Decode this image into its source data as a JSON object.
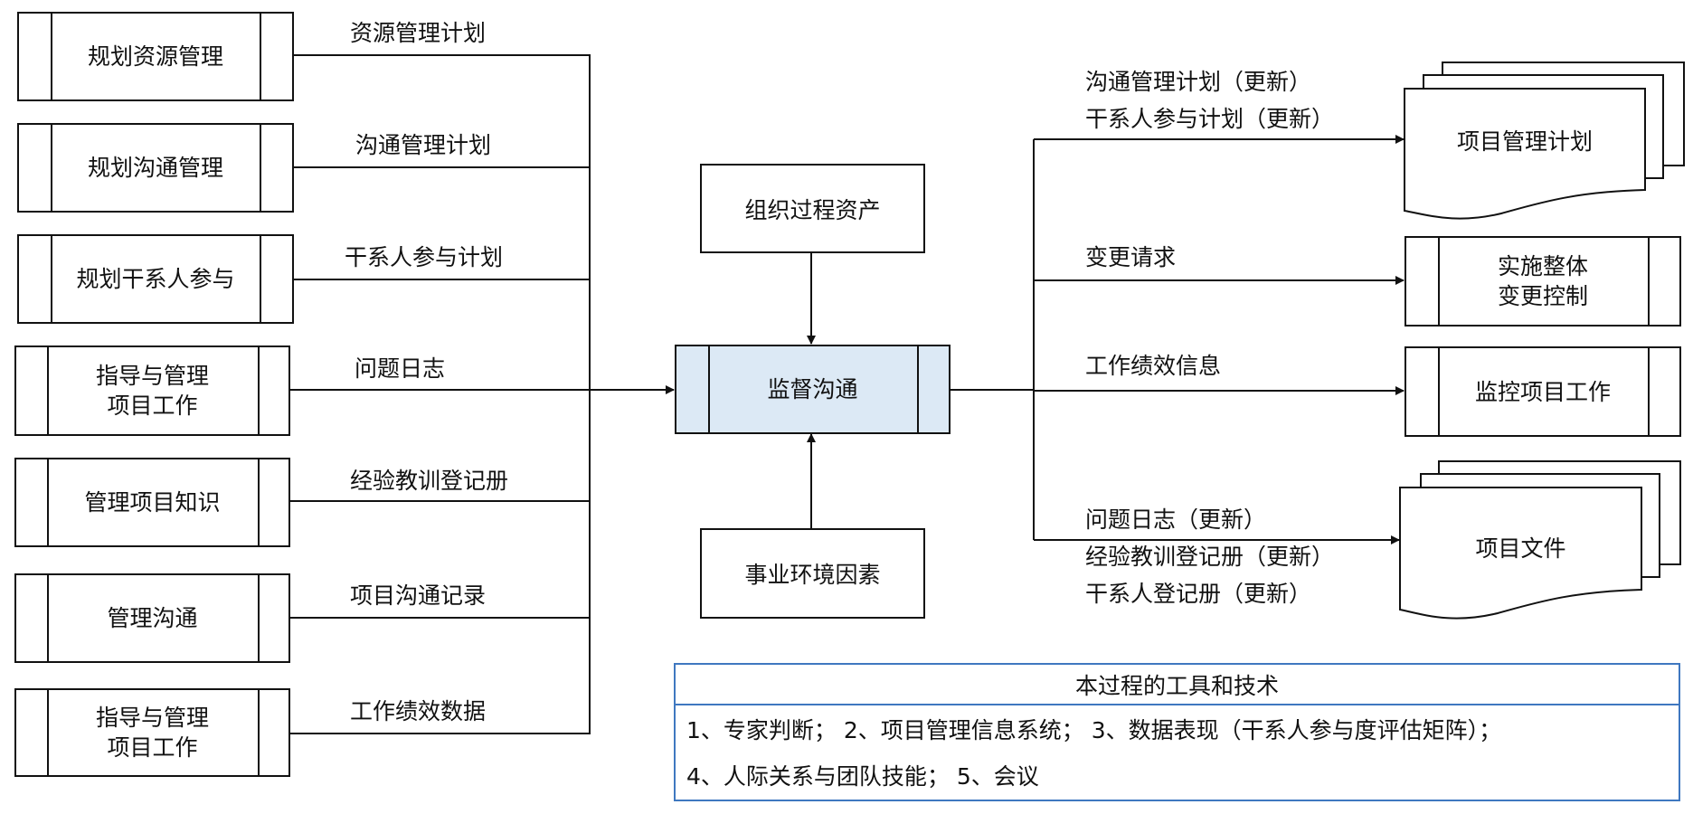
{
  "title": "监督沟通",
  "inputs": [
    {
      "process": "规划资源管理",
      "output": "资源管理计划"
    },
    {
      "process": "规划沟通管理",
      "output": "沟通管理计划"
    },
    {
      "process": "规划干系人参与",
      "output": "干系人参与计划"
    },
    {
      "process": [
        "指导与管理",
        "项目工作"
      ],
      "output": "问题日志"
    },
    {
      "process": "管理项目知识",
      "output": "经验教训登记册"
    },
    {
      "process": "管理沟通",
      "output": "项目沟通记录"
    },
    {
      "process": [
        "指导与管理",
        "项目工作"
      ],
      "output": "工作绩效数据"
    }
  ],
  "center": {
    "process": "监督沟通",
    "top_input": "组织过程资产",
    "bottom_input": "事业环境因素"
  },
  "outputs": [
    {
      "labels": [
        "沟通管理计划（更新）",
        "干系人参与计划（更新）"
      ],
      "target": "项目管理计划",
      "target_type": "document"
    },
    {
      "labels": [
        "变更请求"
      ],
      "target": [
        "实施整体",
        "变更控制"
      ],
      "target_type": "process"
    },
    {
      "labels": [
        "工作绩效信息"
      ],
      "target": "监控项目工作",
      "target_type": "process"
    },
    {
      "labels": [
        "问题日志（更新）",
        "经验教训登记册（更新）",
        "干系人登记册（更新）"
      ],
      "target": "项目文件",
      "target_type": "document"
    }
  ],
  "tools": {
    "header": "本过程的工具和技术",
    "lines": [
      "1、专家判断； 2、项目管理信息系统； 3、数据表现（干系人参与度评估矩阵）；",
      "4、人际关系与团队技能； 5、会议"
    ]
  },
  "colors": {
    "line": "#111111",
    "main_fill": "#dce9f5",
    "tools_border": "#3f78c0"
  }
}
